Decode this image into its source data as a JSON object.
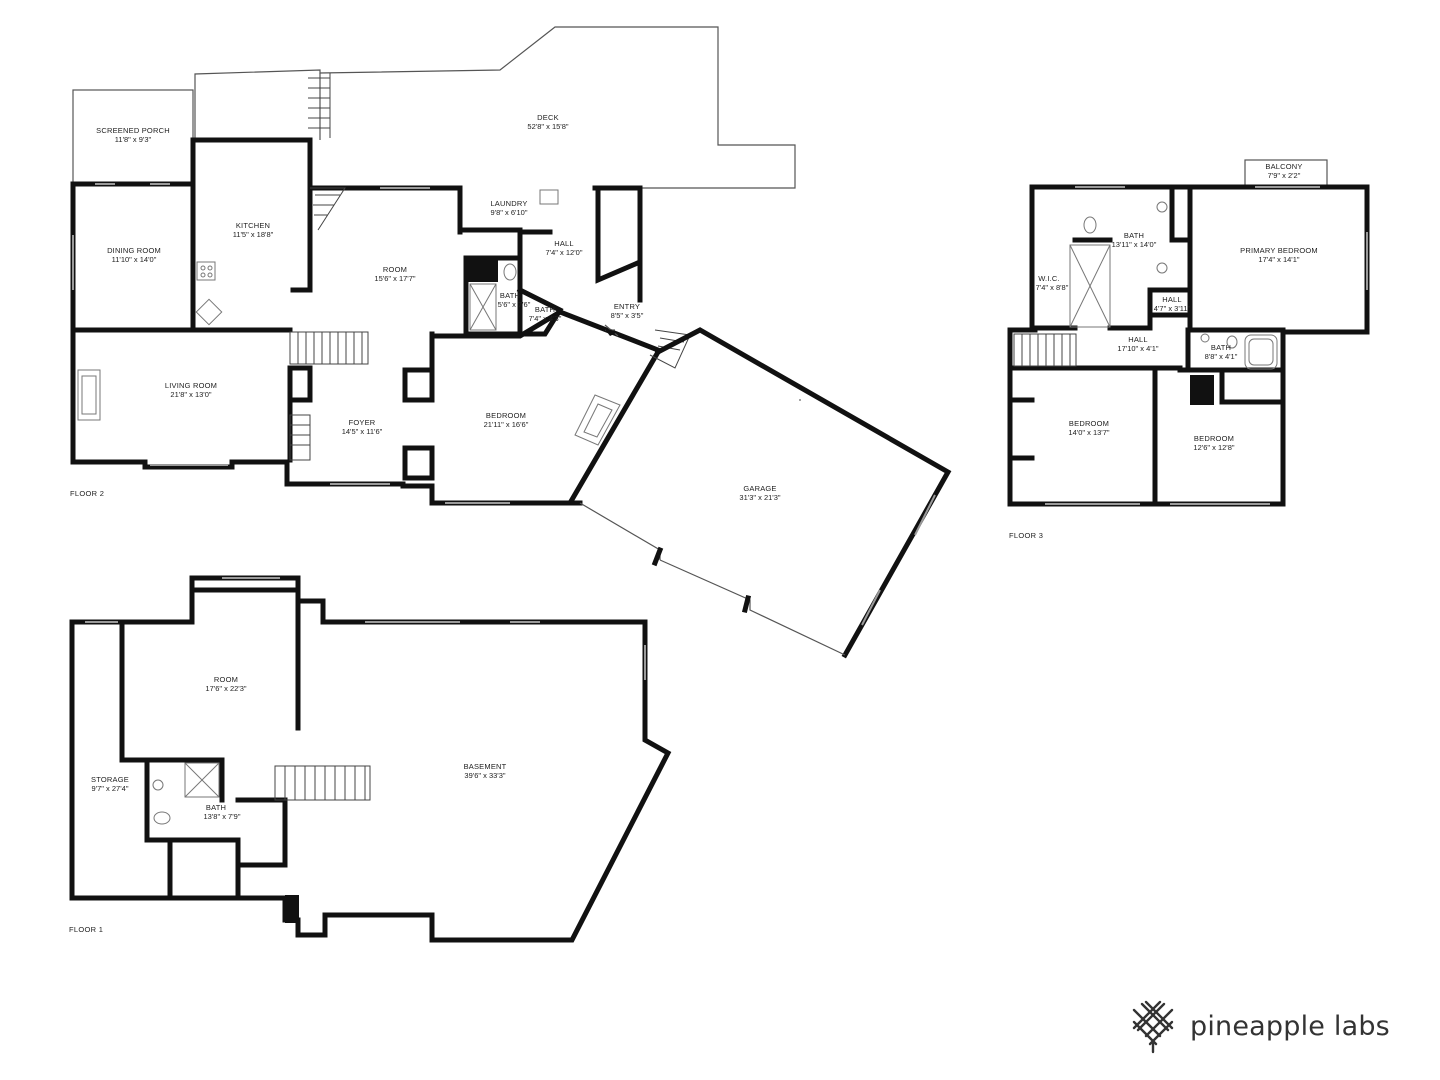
{
  "floors": [
    {
      "id": "floor2",
      "label": "FLOOR 2"
    },
    {
      "id": "floor3",
      "label": "FLOOR 3"
    },
    {
      "id": "floor1",
      "label": "FLOOR 1"
    }
  ],
  "rooms": [
    {
      "id": "deck",
      "name": "DECK",
      "dims": "52'8\" x 15'8\""
    },
    {
      "id": "screened-porch",
      "name": "SCREENED PORCH",
      "dims": "11'8\" x 9'3\""
    },
    {
      "id": "kitchen",
      "name": "KITCHEN",
      "dims": "11'5\" x 18'8\""
    },
    {
      "id": "dining-room",
      "name": "DINING ROOM",
      "dims": "11'10\" x 14'0\""
    },
    {
      "id": "room-f2",
      "name": "ROOM",
      "dims": "15'6\" x 17'7\""
    },
    {
      "id": "laundry",
      "name": "LAUNDRY",
      "dims": "9'8\" x 6'10\""
    },
    {
      "id": "hall-f2",
      "name": "HALL",
      "dims": "7'4\" x 12'0\""
    },
    {
      "id": "bath-f2a",
      "name": "BATH",
      "dims": "5'6\" x 7'6\""
    },
    {
      "id": "bath-f2b",
      "name": "BATH",
      "dims": "7'4\" x 4'3\""
    },
    {
      "id": "entry",
      "name": "ENTRY",
      "dims": "8'5\" x 3'5\""
    },
    {
      "id": "living-room",
      "name": "LIVING ROOM",
      "dims": "21'8\" x 13'0\""
    },
    {
      "id": "foyer",
      "name": "FOYER",
      "dims": "14'5\" x 11'6\""
    },
    {
      "id": "bedroom-f2",
      "name": "BEDROOM",
      "dims": "21'11\" x 16'6\""
    },
    {
      "id": "garage",
      "name": "GARAGE",
      "dims": "31'3\" x 21'3\""
    },
    {
      "id": "balcony",
      "name": "BALCONY",
      "dims": "7'9\" x 2'2\""
    },
    {
      "id": "bath-f3a",
      "name": "BATH",
      "dims": "13'11\" x 14'0\""
    },
    {
      "id": "primary-bedroom",
      "name": "PRIMARY BEDROOM",
      "dims": "17'4\" x 14'1\""
    },
    {
      "id": "wic",
      "name": "W.I.C.",
      "dims": "7'4\" x 8'8\""
    },
    {
      "id": "hall-f3a",
      "name": "HALL",
      "dims": "4'7\" x 3'11\""
    },
    {
      "id": "hall-f3b",
      "name": "HALL",
      "dims": "17'10\" x 4'1\""
    },
    {
      "id": "bath-f3b",
      "name": "BATH",
      "dims": "8'8\" x 4'1\""
    },
    {
      "id": "bedroom-f3a",
      "name": "BEDROOM",
      "dims": "14'0\" x 13'7\""
    },
    {
      "id": "bedroom-f3b",
      "name": "BEDROOM",
      "dims": "12'6\" x 12'8\""
    },
    {
      "id": "room-f1",
      "name": "ROOM",
      "dims": "17'6\" x 22'3\""
    },
    {
      "id": "storage",
      "name": "STORAGE",
      "dims": "9'7\" x 27'4\""
    },
    {
      "id": "bath-f1",
      "name": "BATH",
      "dims": "13'8\" x 7'9\""
    },
    {
      "id": "basement",
      "name": "BASEMENT",
      "dims": "39'6\" x 33'3\""
    }
  ],
  "brand": {
    "name": "pineapple labs",
    "icon": "pineapple-lattice-icon"
  },
  "colors": {
    "walls": "#111111",
    "text": "#222222",
    "logo_text": "#333333"
  }
}
